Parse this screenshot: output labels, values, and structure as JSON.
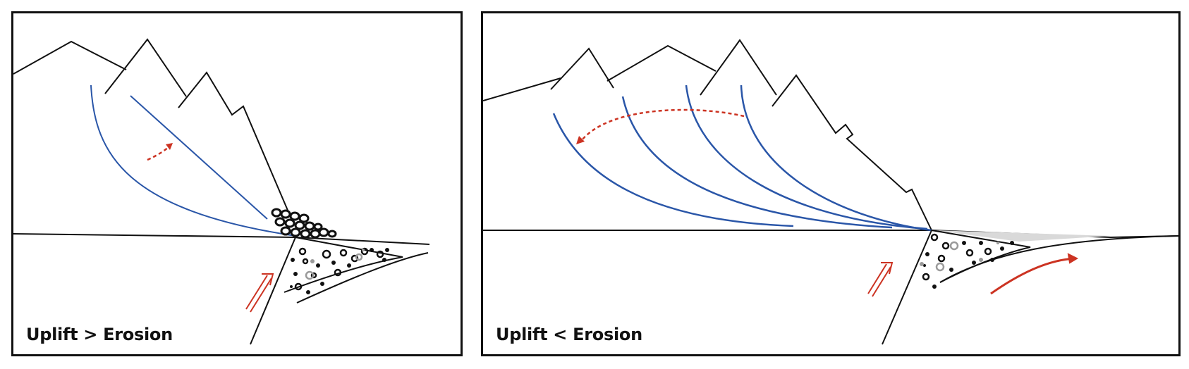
{
  "panels": [
    {
      "id": "left",
      "label": "Uplift > Erosion"
    },
    {
      "id": "right",
      "label": "Uplift < Erosion"
    }
  ],
  "colors": {
    "outline": "#111111",
    "fault_surface": "#2a56a8",
    "arrow": "#cc3322",
    "clast_grey": "#9a9a9a"
  }
}
